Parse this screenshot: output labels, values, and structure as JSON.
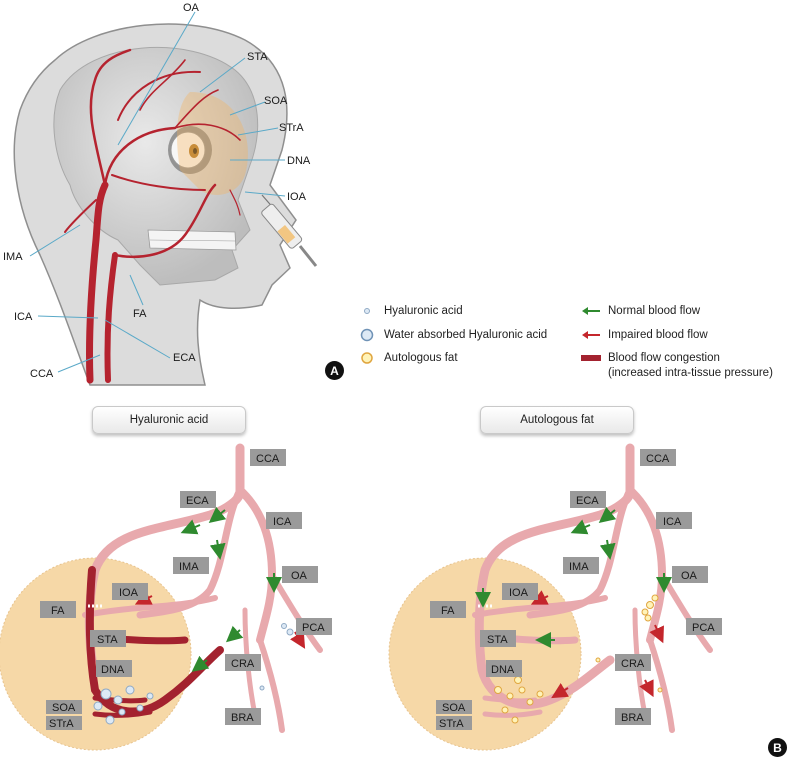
{
  "panel_a": {
    "badge": "A",
    "labels": {
      "oa": "OA",
      "sta": "STA",
      "soa": "SOA",
      "stra": "STrA",
      "dna": "DNA",
      "ioa": "IOA",
      "ima": "IMA",
      "fa": "FA",
      "ica": "ICA",
      "eca": "ECA",
      "cca": "CCA"
    }
  },
  "legend": {
    "left": [
      {
        "icon": "hyaluronic-acid-dot-icon",
        "label": "Hyaluronic acid"
      },
      {
        "icon": "water-absorbed-ha-icon",
        "label": "Water absorbed Hyaluronic acid"
      },
      {
        "icon": "autologous-fat-icon",
        "label": "Autologous fat"
      }
    ],
    "right": [
      {
        "icon": "green-arrow-icon",
        "label": "Normal blood flow"
      },
      {
        "icon": "red-arrow-icon",
        "label": "Impaired blood flow"
      },
      {
        "icon": "congestion-bar-icon",
        "label": "Blood flow congestion"
      }
    ],
    "right_subtext": "(increased intra-tissue pressure)"
  },
  "panel_b": {
    "badge": "B",
    "left_title": "Hyaluronic acid",
    "right_title": "Autologous fat",
    "left_labels": {
      "cca": "CCA",
      "eca": "ECA",
      "ica": "ICA",
      "ima": "IMA",
      "oa": "OA",
      "ioa": "IOA",
      "fa": "FA",
      "pca": "PCA",
      "sta": "STA",
      "cra": "CRA",
      "dna": "DNA",
      "soa": "SOA",
      "stra": "STrA",
      "bra": "BRA"
    },
    "right_labels": {
      "cca": "CCA",
      "eca": "ECA",
      "ica": "ICA",
      "ima": "IMA",
      "oa": "OA",
      "ioa": "IOA",
      "fa": "FA",
      "pca": "PCA",
      "sta": "STA",
      "cra": "CRA",
      "dna": "DNA",
      "soa": "SOA",
      "stra": "STrA",
      "bra": "BRA"
    }
  },
  "colors": {
    "artery_normal": "#e8a9ad",
    "artery_congested": "#a3222f",
    "artery_dark": "#b5232f",
    "fat_zone": "#f5cf92",
    "normal_arrow": "#2f8a2f",
    "impaired_arrow": "#c4262c",
    "label_box": "#9a9a9a"
  }
}
